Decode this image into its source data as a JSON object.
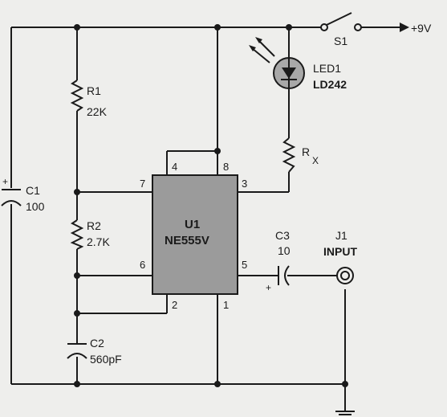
{
  "supply": {
    "label": "+9V"
  },
  "switch": {
    "name": "S1"
  },
  "led": {
    "name": "LED1",
    "part": "LD242"
  },
  "resistors": {
    "r1": {
      "name": "R1",
      "value": "22K"
    },
    "r2": {
      "name": "R2",
      "value": "2.7K"
    },
    "rx": {
      "name": "R",
      "sub": "X"
    }
  },
  "capacitors": {
    "c1": {
      "name": "C1",
      "value": "100",
      "polarity": "+"
    },
    "c2": {
      "name": "C2",
      "value": "560pF"
    },
    "c3": {
      "name": "C3",
      "value": "10",
      "polarity": "+"
    }
  },
  "ic": {
    "name": "U1",
    "part": "NE555V",
    "pins": {
      "p1": "1",
      "p2": "2",
      "p3": "3",
      "p4": "4",
      "p5": "5",
      "p6": "6",
      "p7": "7",
      "p8": "8"
    },
    "color": "#9b9b9b"
  },
  "jack": {
    "name": "J1",
    "label": "INPUT"
  },
  "colors": {
    "wire": "#1a1a1a",
    "paper": "#eeeeec",
    "led_body": "#a8a8a8"
  }
}
